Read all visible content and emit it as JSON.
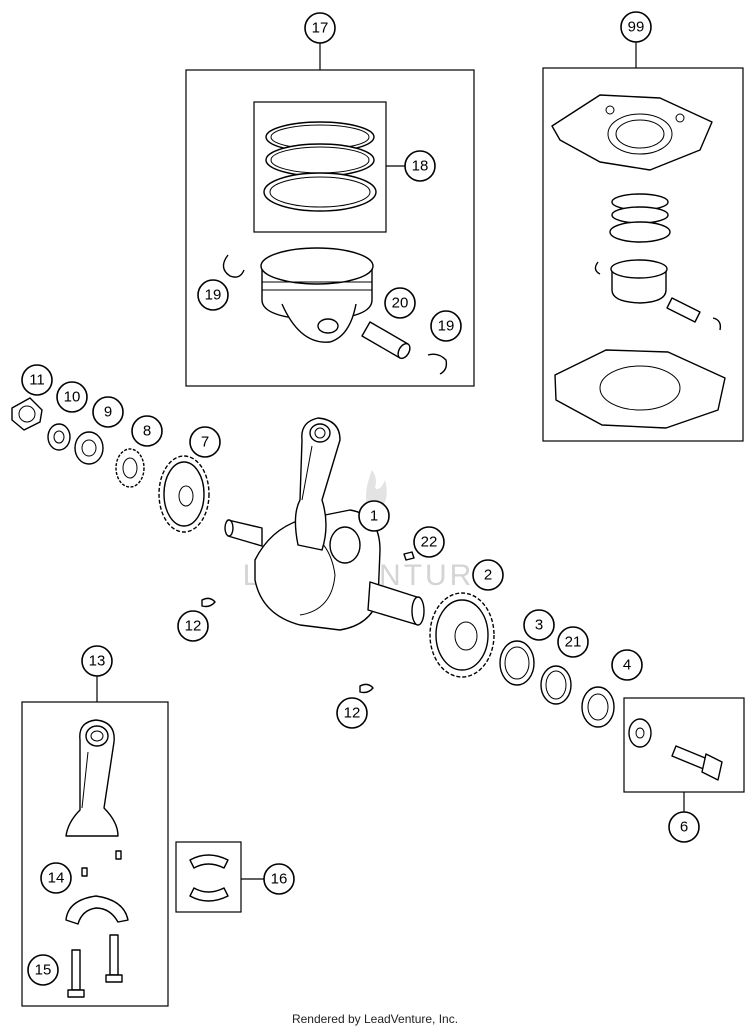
{
  "watermark": "LEADVENTURE",
  "footer": "Rendered by LeadVenture, Inc.",
  "callouts": [
    {
      "id": "c17",
      "label": "17"
    },
    {
      "id": "c99",
      "label": "99"
    },
    {
      "id": "c18",
      "label": "18"
    },
    {
      "id": "c19a",
      "label": "19"
    },
    {
      "id": "c20",
      "label": "20"
    },
    {
      "id": "c19b",
      "label": "19"
    },
    {
      "id": "c11",
      "label": "11"
    },
    {
      "id": "c10",
      "label": "10"
    },
    {
      "id": "c9",
      "label": "9"
    },
    {
      "id": "c8",
      "label": "8"
    },
    {
      "id": "c7",
      "label": "7"
    },
    {
      "id": "c1",
      "label": "1"
    },
    {
      "id": "c22",
      "label": "22"
    },
    {
      "id": "c2",
      "label": "2"
    },
    {
      "id": "c12a",
      "label": "12"
    },
    {
      "id": "c3",
      "label": "3"
    },
    {
      "id": "c21",
      "label": "21"
    },
    {
      "id": "c4",
      "label": "4"
    },
    {
      "id": "c12b",
      "label": "12"
    },
    {
      "id": "c13",
      "label": "13"
    },
    {
      "id": "c6",
      "label": "6"
    },
    {
      "id": "c14",
      "label": "14"
    },
    {
      "id": "c16",
      "label": "16"
    },
    {
      "id": "c15",
      "label": "15"
    }
  ]
}
